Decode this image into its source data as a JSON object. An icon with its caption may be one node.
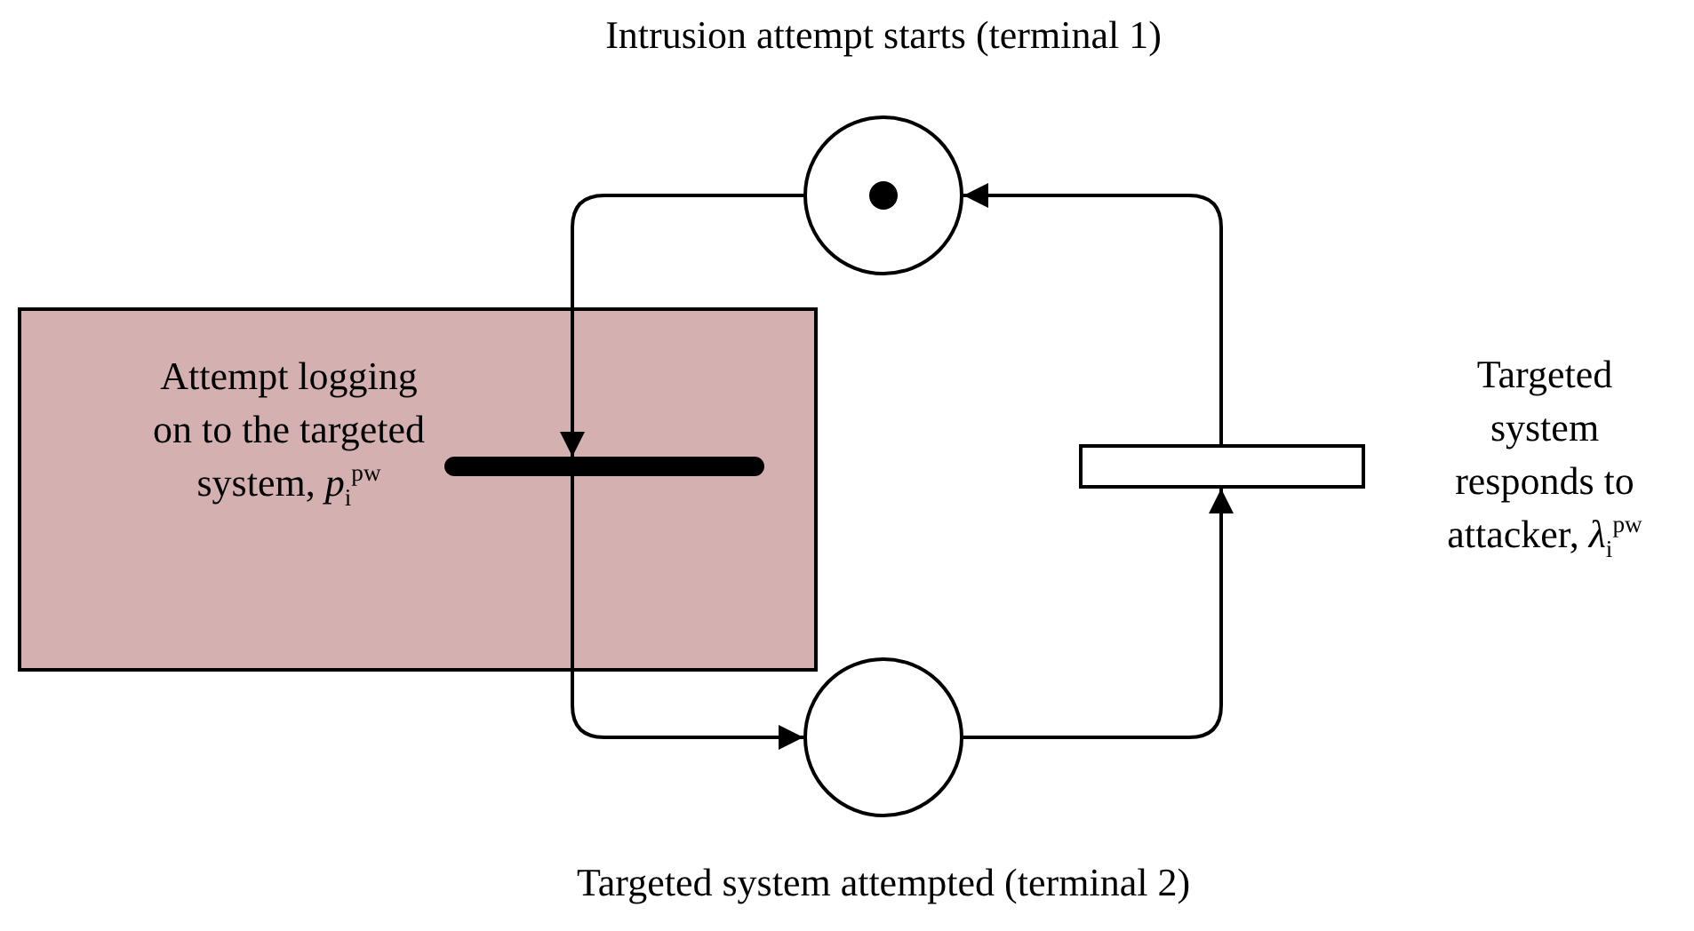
{
  "diagram": {
    "nodes": [
      {
        "text": [
          "Intrusion attempt starts (terminal 1)"
        ]
      },
      {
        "text": [
          "Attempt logging on to the targeted system, *p*$_{i}$$^{pw}$"
        ]
      },
      {
        "text": [],
        "shape": "bar",
        "in": 1
      },
      {
        "text": [
          "Targeted system attempted (terminal 2)"
        ]
      },
      {
        "text": [],
        "shape": "bar",
        "beside": [
          "Targeted system responds to attacker, *λ*$_{i}$$^{pw}$"
        ]
      }
    ],
    "edges": [
      {
        "from": 0,
        "to": 2,
        "arrow": "to"
      },
      {
        "from": 2,
        "to": 3,
        "arrow": "to"
      },
      {
        "from": 3,
        "to": 4,
        "arrow": "to"
      },
      {
        "from": 4,
        "to": 0,
        "arrow": "to"
      }
    ]
  }
}
